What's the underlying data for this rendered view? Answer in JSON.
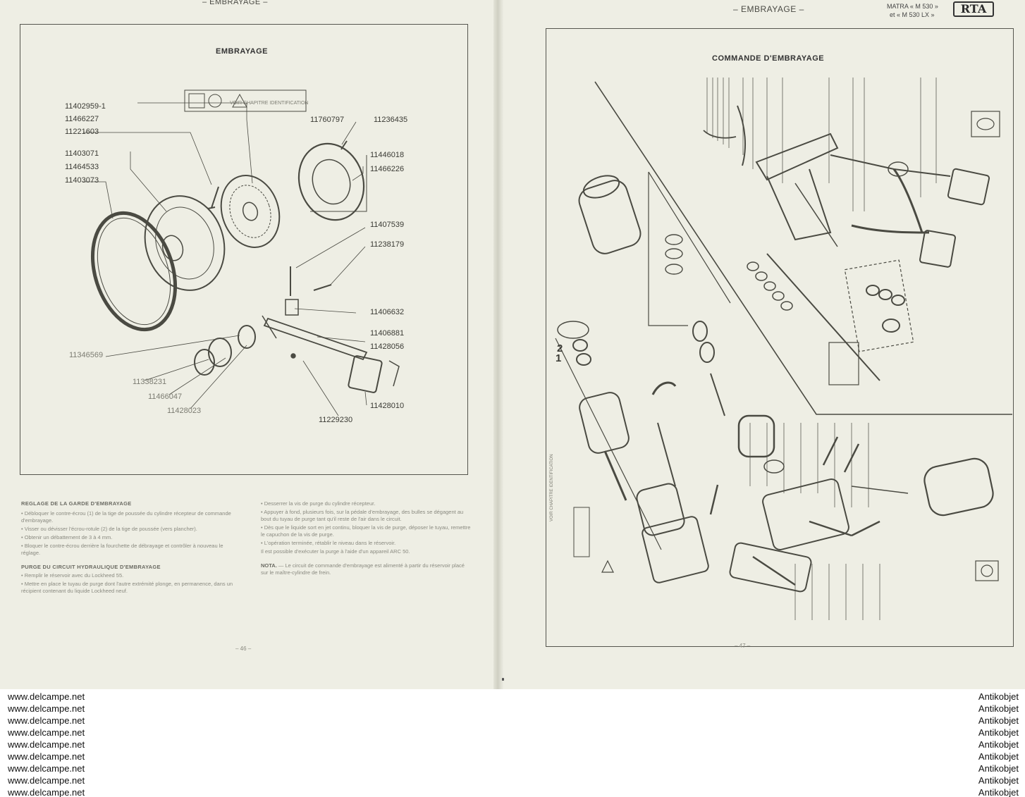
{
  "left_page": {
    "running_head": "– EMBRAYAGE –",
    "diagram_title": "EMBRAYAGE",
    "id_box_text": "VOIR CHAPITRE IDENTIFICATION",
    "part_numbers": [
      "11402959-1",
      "11466227",
      "11221603",
      "11403071",
      "11464533",
      "11403073",
      "11760797",
      "11236435",
      "11446018",
      "11466226",
      "11407539",
      "11238179",
      "11406632",
      "11406881",
      "11428056",
      "11346569",
      "11338231",
      "11466047",
      "11428023",
      "11428010",
      "11229230"
    ],
    "section_1_title": "REGLAGE DE LA GARDE D'EMBRAYAGE",
    "section_1_items": [
      "• Débloquer le contre-écrou (1) de la tige de poussée du cylindre récepteur de commande d'embrayage.",
      "• Visser ou dévisser l'écrou-rotule (2) de la tige de poussée (vers plancher).",
      "• Obtenir un débattement de 3 à 4 mm.",
      "• Bloquer le contre-écrou derrière la fourchette de débrayage et contrôler à nouveau le réglage."
    ],
    "section_2_title": "PURGE DU CIRCUIT HYDRAULIQUE D'EMBRAYAGE",
    "section_2_items": [
      "• Remplir le réservoir avec du Lockheed 55.",
      "• Mettre en place le tuyau de purge dont l'autre extrémité plonge, en permanence, dans un récipient contenant du liquide Lockheed neuf."
    ],
    "column_2_items": [
      "• Desserrer la vis de purge du cylindre récepteur.",
      "• Appuyer à fond, plusieurs fois, sur la pédale d'embrayage, des bulles se dégagent au bout du tuyau de purge tant qu'il reste de l'air dans le circuit.",
      "• Dès que le liquide sort en jet continu, bloquer la vis de purge, déposer le tuyau, remettre le capuchon de la vis de purge.",
      "• L'opération terminée, rétablir le niveau dans le réservoir.",
      "Il est possible d'exécuter la purge à l'aide d'un appareil ARC 50."
    ],
    "nota_label": "NOTA.",
    "nota_text": "— Le circuit de commande d'embrayage est alimenté à partir du réservoir placé sur le maître-cylindre de frein.",
    "folio": "– 46 –"
  },
  "right_page": {
    "running_head": "– EMBRAYAGE –",
    "model_line_1": "MATRA « M 530 »",
    "model_line_2": "et « M 530 LX »",
    "brand": "RTA",
    "diagram_title": "COMMANDE D'EMBRAYAGE",
    "id_box_text": "VOIR CHAPITRE IDENTIFICATION",
    "callout_numbers": [
      "1",
      "2"
    ],
    "folio": "– 47 –"
  },
  "watermark": {
    "left_text": "www.delcampe.net",
    "right_text": "Antikobjet",
    "rows": 9
  },
  "colors": {
    "paper": "#eeeee4",
    "ink": "#3a3a34",
    "faded_text": "#8a8a80",
    "background": "#ffffff"
  }
}
